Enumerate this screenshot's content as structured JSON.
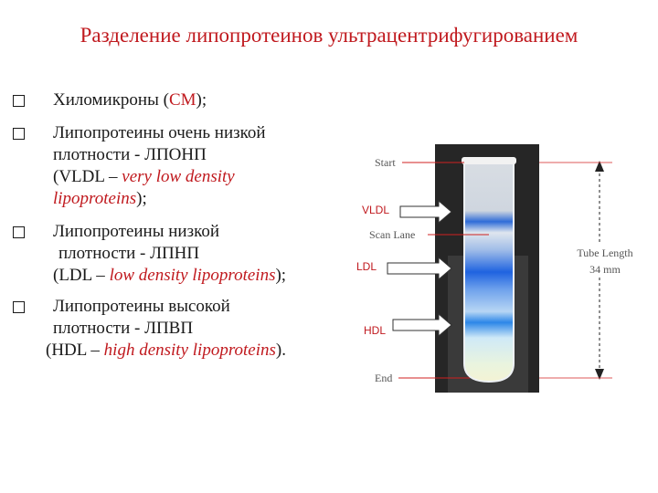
{
  "title": "Разделение липопротеинов ультрацентрифугированием",
  "list": [
    {
      "lines": [
        {
          "parts": [
            {
              "t": "Хиломикроны (",
              "c": ""
            },
            {
              "t": "СМ",
              "c": "red"
            },
            {
              "t": ");",
              "c": ""
            }
          ]
        }
      ]
    },
    {
      "lines": [
        {
          "parts": [
            {
              "t": "Липопротеины очень низкой",
              "c": ""
            }
          ]
        },
        {
          "parts": [
            {
              "t": "плотности - ЛПОНП",
              "c": ""
            }
          ]
        },
        {
          "indent": 0,
          "parts": [
            {
              "t": "(VLDL – ",
              "c": ""
            },
            {
              "t": "very low density",
              "c": "red it"
            }
          ]
        },
        {
          "parts": [
            {
              "t": "lipoproteins",
              "c": "red it"
            },
            {
              "t": ");",
              "c": ""
            }
          ]
        }
      ]
    },
    {
      "lines": [
        {
          "parts": [
            {
              "t": "Липопротеины низкой",
              "c": ""
            }
          ]
        },
        {
          "indent": 6,
          "parts": [
            {
              "t": "плотности - ЛПНП",
              "c": ""
            }
          ]
        },
        {
          "parts": [
            {
              "t": "(LDL –  ",
              "c": ""
            },
            {
              "t": "low density lipoproteins",
              "c": "red it"
            },
            {
              "t": ");",
              "c": ""
            }
          ]
        }
      ]
    },
    {
      "lines": [
        {
          "parts": [
            {
              "t": "Липопротеины высокой",
              "c": ""
            }
          ]
        },
        {
          "parts": [
            {
              "t": "плотности - ЛПВП",
              "c": ""
            }
          ]
        },
        {
          "indent": -8,
          "parts": [
            {
              "t": "(HDL –  ",
              "c": ""
            },
            {
              "t": "high density lipoproteins",
              "c": "red it"
            },
            {
              "t": ").",
              "c": ""
            }
          ]
        }
      ]
    }
  ],
  "figure": {
    "start": "Start",
    "vldl": "VLDL",
    "scan_lane": "Scan Lane",
    "ldl": "LDL",
    "hdl": "HDL",
    "end": "End",
    "tube_length": "Tube Length",
    "tube_length_value": "34 mm"
  }
}
